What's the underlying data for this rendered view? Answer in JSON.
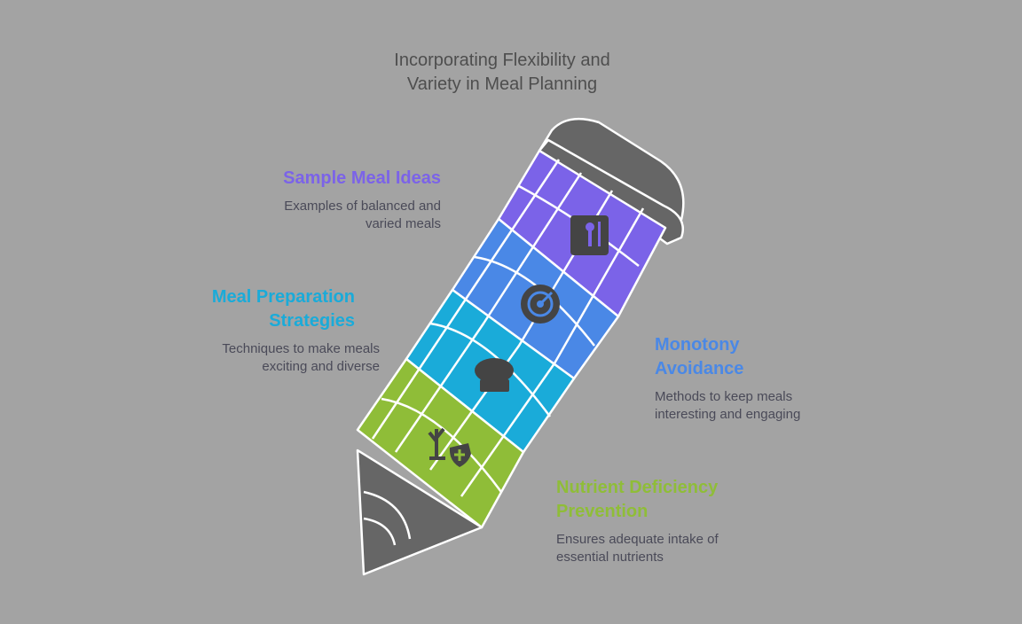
{
  "title": [
    "Incorporating Flexibility and",
    "Variety in Meal Planning"
  ],
  "items": [
    {
      "heading": [
        "Sample Meal Ideas"
      ],
      "desc": [
        "Examples of balanced and",
        "varied meals"
      ],
      "color": "#7b63e8",
      "icon": "recipe-book-utensils-icon"
    },
    {
      "heading": [
        "Monotony",
        "Avoidance"
      ],
      "desc": [
        "Methods to keep meals",
        "interesting and engaging"
      ],
      "color": "#4a88e6",
      "icon": "radar-target-icon"
    },
    {
      "heading": [
        "Meal Preparation",
        "Strategies"
      ],
      "desc": [
        "Techniques to make meals",
        "exciting and diverse"
      ],
      "color": "#1aabd9",
      "icon": "chef-hat-icon"
    },
    {
      "heading": [
        "Nutrient Deficiency",
        "Prevention"
      ],
      "desc": [
        "Ensures adequate intake of",
        "essential nutrients"
      ],
      "color": "#8fbd38",
      "icon": "plant-health-shield-icon"
    }
  ]
}
